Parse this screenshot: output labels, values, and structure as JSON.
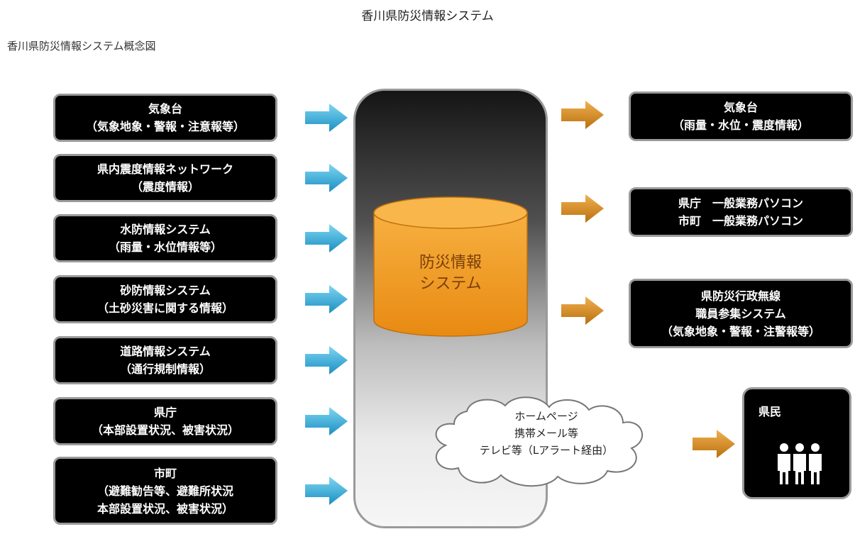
{
  "title": "香川県防災情報システム",
  "subtitle": "香川県防災情報システム概念図",
  "inputs": [
    {
      "line1": "気象台",
      "line2": "（気象地象・警報・注意報等）"
    },
    {
      "line1": "県内震度情報ネットワーク",
      "line2": "（震度情報）"
    },
    {
      "line1": "水防情報システム",
      "line2": "（雨量・水位情報等）"
    },
    {
      "line1": "砂防情報システム",
      "line2": "（土砂災害に関する情報）"
    },
    {
      "line1": "道路情報システム",
      "line2": "（通行規制情報）"
    },
    {
      "line1": "県庁",
      "line2": "（本部設置状況、被害状況）"
    },
    {
      "line1": "市町",
      "line2": "（避難勧告等、避難所状況",
      "line3": "本部設置状況、被害状況）"
    }
  ],
  "center": {
    "line1": "防災情報",
    "line2": "システム"
  },
  "outputs": [
    {
      "line1": "気象台",
      "line2": "（雨量・水位・震度情報）"
    },
    {
      "line1": "県庁　一般業務パソコン",
      "line2": "市町　一般業務パソコン"
    },
    {
      "line1": "県防災行政無線",
      "line2": "職員参集システム",
      "line3": "（気象地象・警報・注警報等）"
    }
  ],
  "cloud": {
    "line1": "ホームページ",
    "line2": "携帯メール等",
    "line3": "テレビ等（Lアラート経由）"
  },
  "citizens": {
    "label": "県民",
    "icon": "people-icon"
  },
  "colors": {
    "input_arrow": "#29a9d6",
    "output_arrow": "#d88a1c",
    "cylinder": "#f29a1f",
    "box": "#000000"
  }
}
